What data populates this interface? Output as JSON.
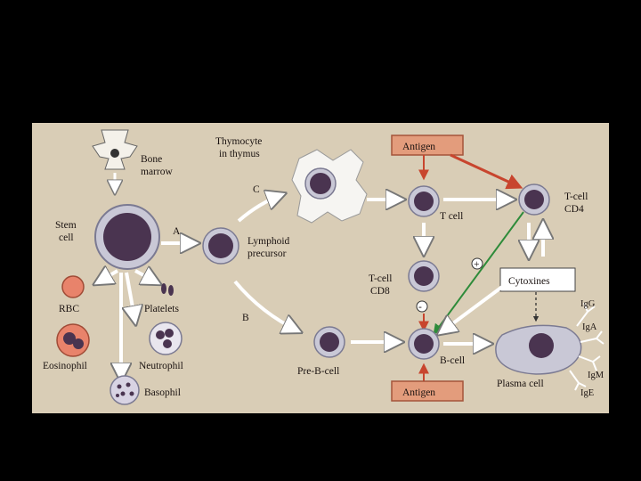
{
  "labels": {
    "bone_marrow": [
      "Bone",
      "marrow"
    ],
    "stem_cell": [
      "Stem",
      "cell"
    ],
    "thymocyte": [
      "Thymocyte",
      "in thymus"
    ],
    "arrow_a": "A",
    "arrow_b": "B",
    "arrow_c": "C",
    "lymphoid": [
      "Lymphoid",
      "precursor"
    ],
    "rbc": "RBC",
    "platelets": "Platelets",
    "eosinophil": "Eosinophil",
    "neutrophil": "Neutrophil",
    "basophil": "Basophil",
    "antigen_top": "Antigen",
    "antigen_bottom": "Antigen",
    "t_cell": "T cell",
    "t_cell_cd4": [
      "T-cell",
      "CD4"
    ],
    "t_cell_cd8": [
      "T-cell",
      "CD8"
    ],
    "cytokines": "Cytoxines",
    "pre_b_cell": "Pre-B-cell",
    "b_cell": "B-cell",
    "plasma_cell": "Plasma cell",
    "plus": "+",
    "minus": "-",
    "igg": "IgG",
    "iga": "IgA",
    "igm": "IgM",
    "ige": "IgE"
  },
  "colors": {
    "background": "#000000",
    "panel": "#d9cdb6",
    "nucleus": "#4a3450",
    "cell_body": "#c9c8d6",
    "antigen_box": "#e39c7c",
    "green_arrow": "#2e8b3a",
    "red_arrow": "#c8452e"
  }
}
